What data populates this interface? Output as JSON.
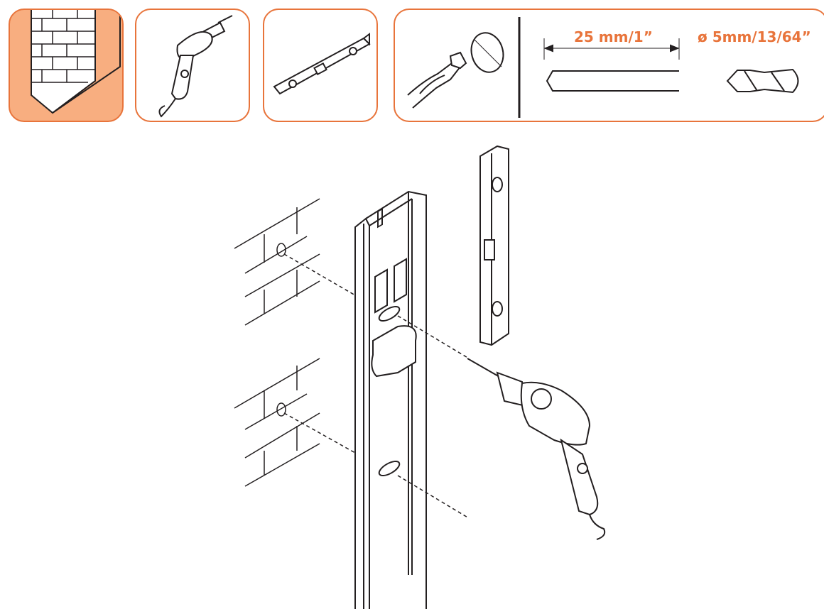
{
  "colors": {
    "accent": "#e8743b",
    "accent_fill": "#f8ae80",
    "line": "#231f20"
  },
  "tools": [
    {
      "id": "wall",
      "icon": "brick-wall-icon"
    },
    {
      "id": "drill",
      "icon": "power-drill-icon"
    },
    {
      "id": "level",
      "icon": "spirit-level-icon"
    }
  ],
  "drill_bit_panel": {
    "depth_label": "25 mm/1”",
    "diameter_label": "ø 5mm/13/64”",
    "icons": [
      "masonry-bit-icon",
      "hole-size-icon",
      "drill-depth-icon",
      "bit-diameter-icon"
    ]
  },
  "main_illustration": {
    "icons": [
      "wall-bricks-icon",
      "mounting-rail-icon",
      "spirit-level-icon",
      "power-drill-icon"
    ]
  }
}
